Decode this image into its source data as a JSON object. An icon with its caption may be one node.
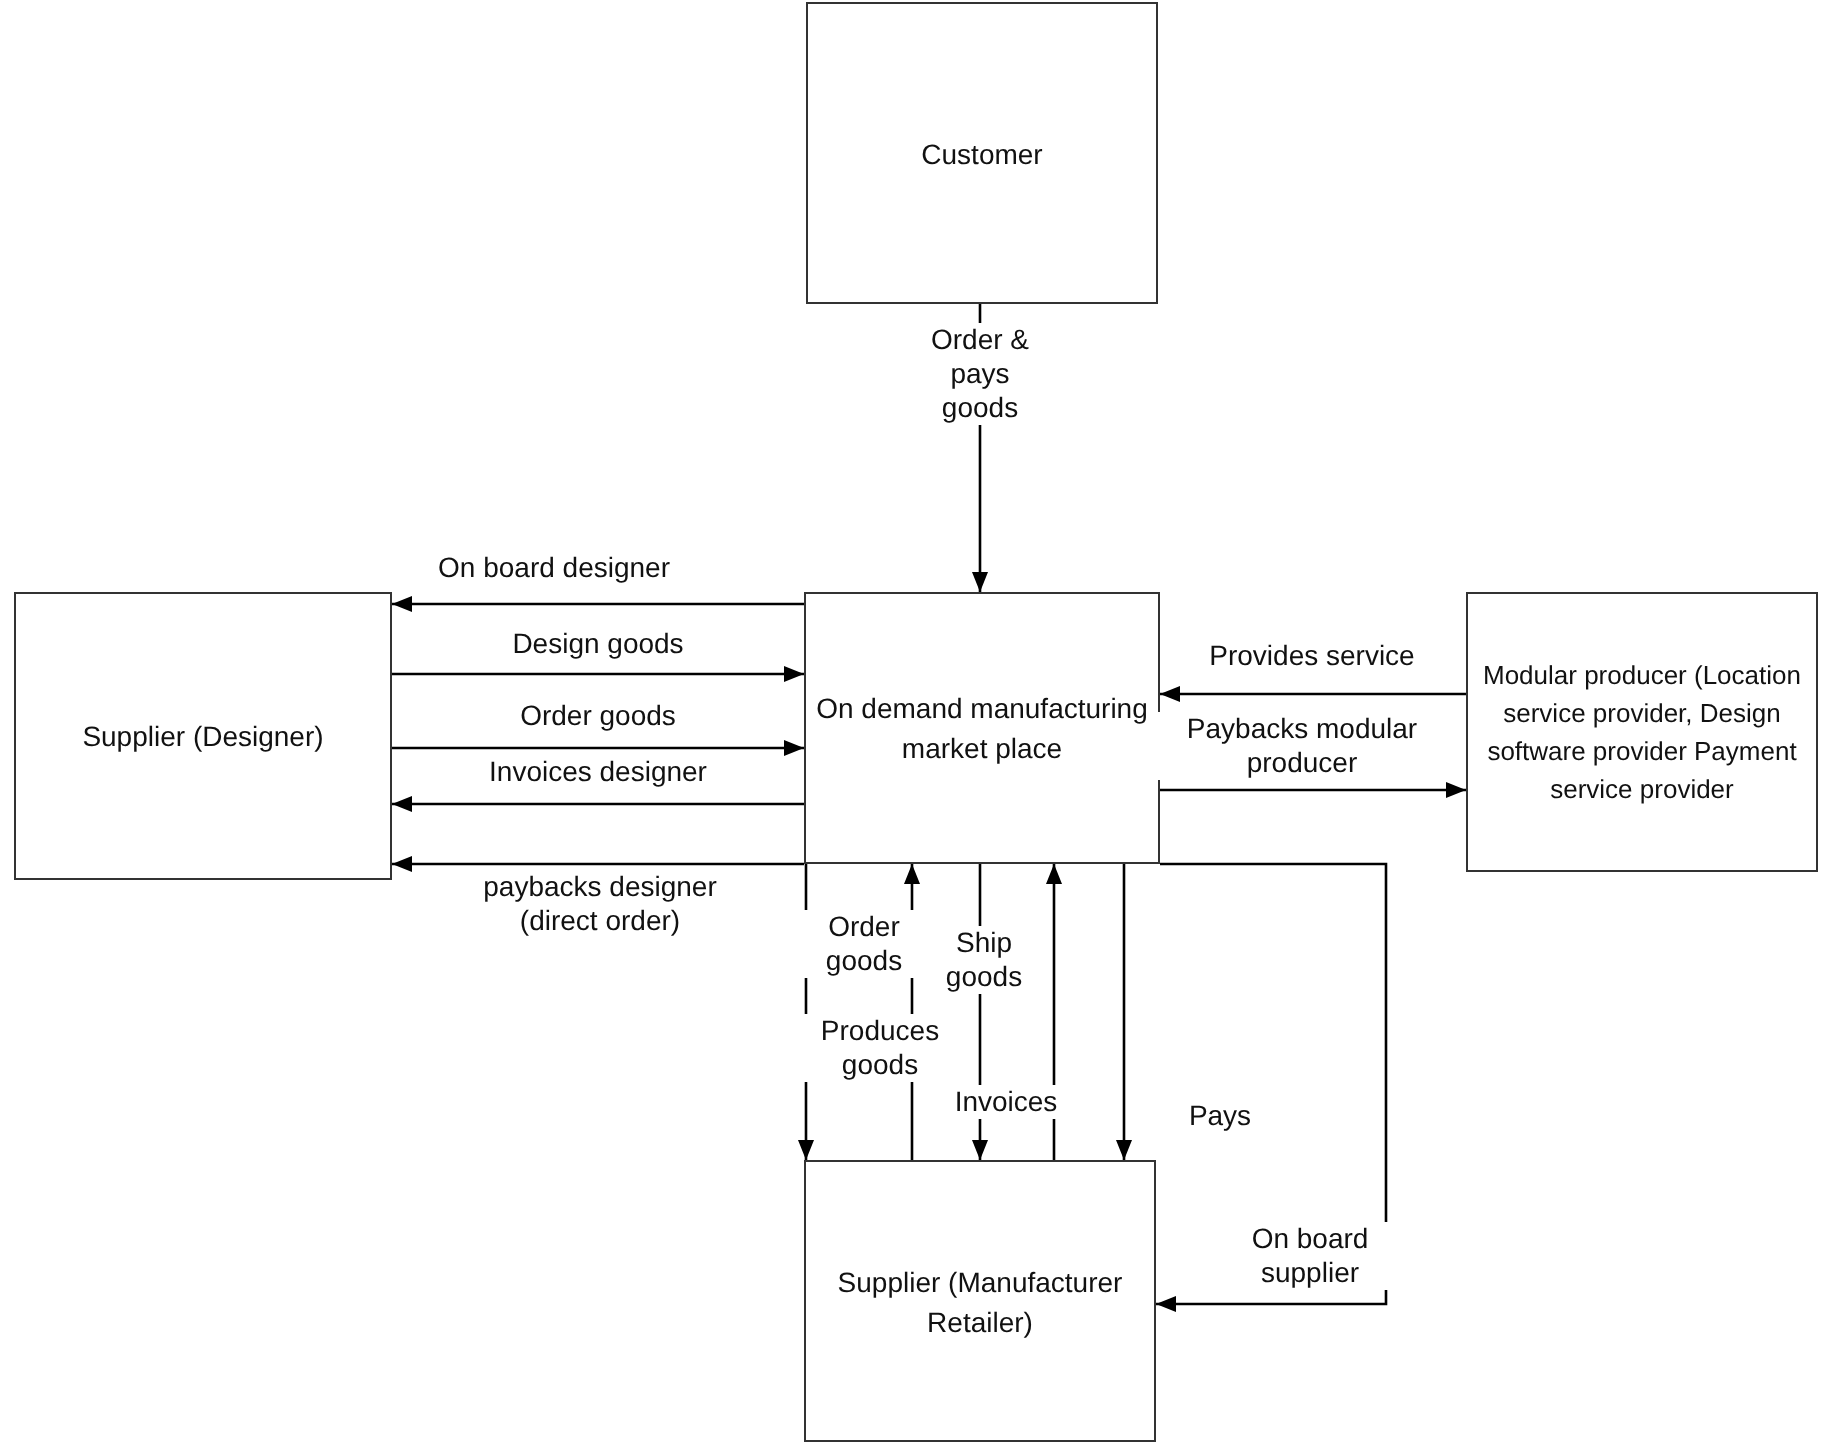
{
  "diagram": {
    "nodes": [
      {
        "text": [
          "Customer"
        ]
      },
      {
        "text": [
          "Supplier (Designer)"
        ]
      },
      {
        "text": [
          "On demand manufacturing market place"
        ]
      },
      {
        "text": [
          "Modular producer (Location service provider, Design software provider Payment service provider"
        ]
      },
      {
        "text": [
          "Supplier (Manufacturer Retailer)"
        ]
      }
    ],
    "edges": [
      {
        "from": 0,
        "to": 2,
        "arrow": "to",
        "label": "Order & pays goods"
      },
      {
        "from": 2,
        "to": 1,
        "arrow": "to",
        "label": "On board designer"
      },
      {
        "from": 1,
        "to": 2,
        "arrow": "to",
        "label": "Design goods"
      },
      {
        "from": 1,
        "to": 2,
        "arrow": "to",
        "label": "Order goods"
      },
      {
        "from": 2,
        "to": 1,
        "arrow": "to",
        "label": "Invoices designer"
      },
      {
        "from": 2,
        "to": 1,
        "arrow": "to",
        "label": "paybacks designer (direct order)"
      },
      {
        "from": 3,
        "to": 2,
        "arrow": "to",
        "label": "Provides service"
      },
      {
        "from": 2,
        "to": 3,
        "arrow": "to",
        "label": "Paybacks modular producer"
      },
      {
        "from": 2,
        "to": 4,
        "arrow": "to",
        "label": "Order goods"
      },
      {
        "from": 4,
        "to": 2,
        "arrow": "to",
        "label": "Produces goods"
      },
      {
        "from": 2,
        "to": 4,
        "arrow": "to",
        "label": "Ship goods"
      },
      {
        "from": 4,
        "to": 2,
        "arrow": "to",
        "label": "Invoices"
      },
      {
        "from": 2,
        "to": 4,
        "arrow": "to",
        "label": "Pays"
      },
      {
        "from": 2,
        "to": 4,
        "arrow": "to",
        "label": "On board supplier"
      }
    ]
  }
}
